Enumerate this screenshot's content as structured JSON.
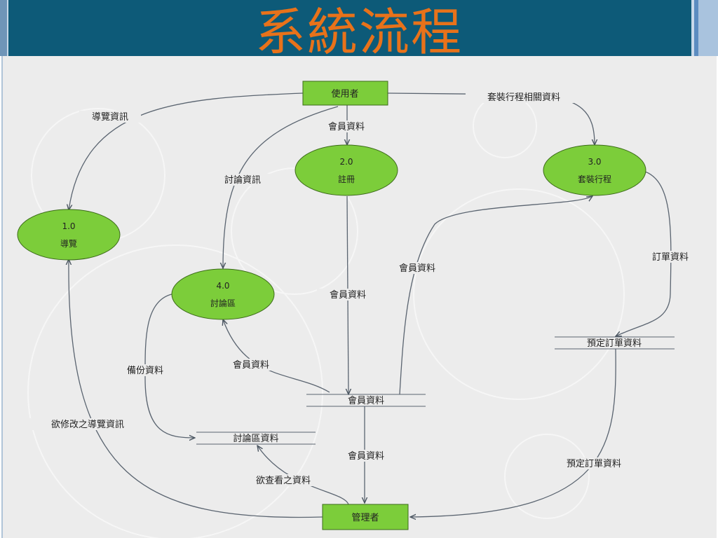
{
  "title": "系統流程",
  "colors": {
    "header": "#0d5a78",
    "title": "#e8721a",
    "process": "#7ccd3a",
    "entity": "#7ccd3a",
    "line": "#5a6470"
  },
  "entities": {
    "user": "使用者",
    "admin": "管理者"
  },
  "processes": [
    {
      "num": "1.0",
      "name": "導覽"
    },
    {
      "num": "2.0",
      "name": "註冊"
    },
    {
      "num": "3.0",
      "name": "套裝行程"
    },
    {
      "num": "4.0",
      "name": "討論區"
    }
  ],
  "stores": {
    "member": "會員資料",
    "discussion": "討論區資料",
    "order": "預定訂單資料"
  },
  "flows": {
    "guide_info": "導覽資訊",
    "member_to_reg": "會員資料",
    "package_info": "套裝行程相關資料",
    "discussion_info": "討論資訊",
    "reg_to_store": "會員資料",
    "store_to_package": "會員資料",
    "order_info": "訂單資料",
    "store_to_discussion": "會員資料",
    "backup": "備份資料",
    "modify_guide": "欲修改之導覽資訊",
    "store_to_admin": "會員資料",
    "view_data": "欲查看之資料",
    "order_to_admin": "預定訂單資料"
  }
}
